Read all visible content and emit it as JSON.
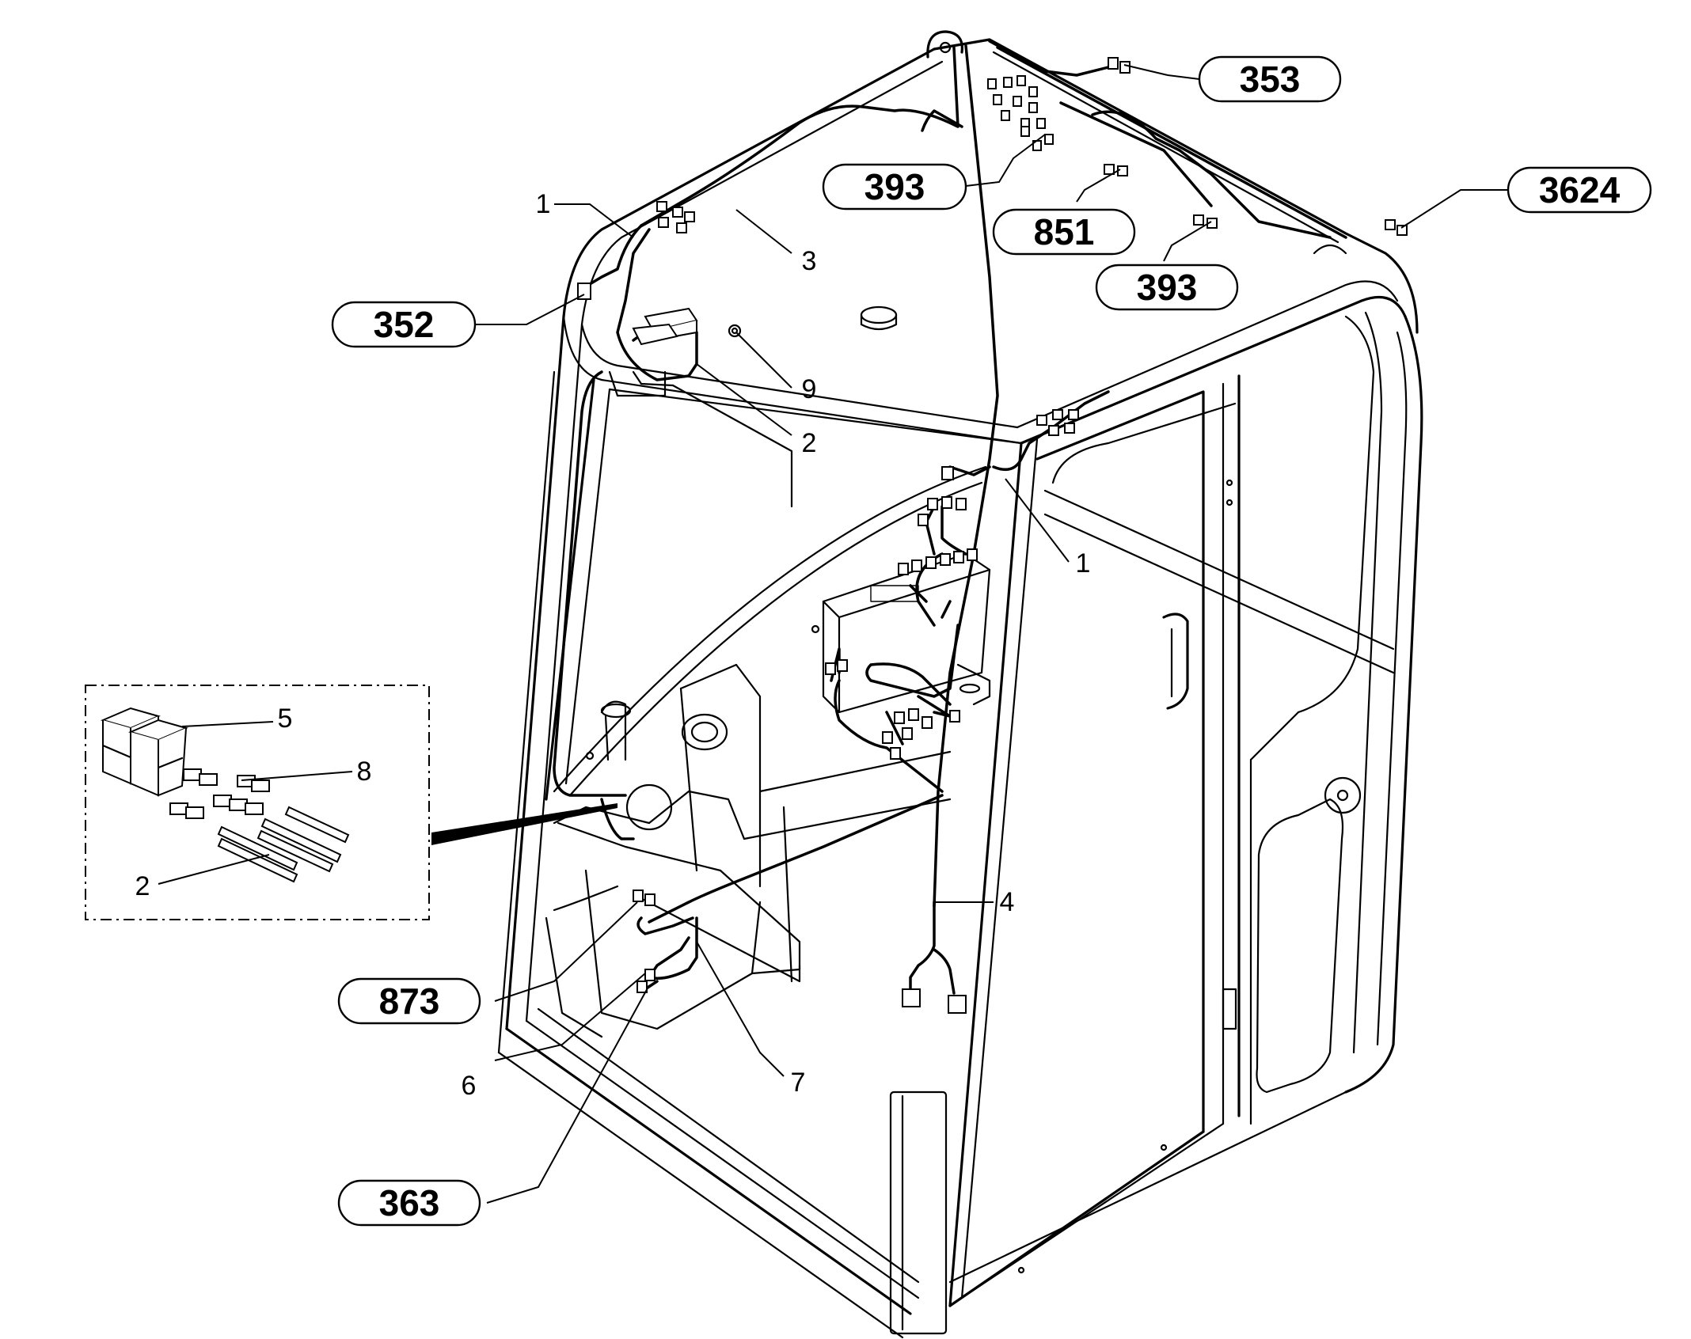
{
  "callouts": {
    "c353": "353",
    "c393a": "393",
    "c3624": "3624",
    "c851": "851",
    "c393b": "393",
    "c352": "352",
    "c873": "873",
    "c363": "363"
  },
  "labels": {
    "n1a": "1",
    "n3": "3",
    "n9": "9",
    "n2a": "2",
    "n1b": "1",
    "n5": "5",
    "n8": "8",
    "n2b": "2",
    "n4": "4",
    "n6": "6",
    "n7": "7"
  }
}
